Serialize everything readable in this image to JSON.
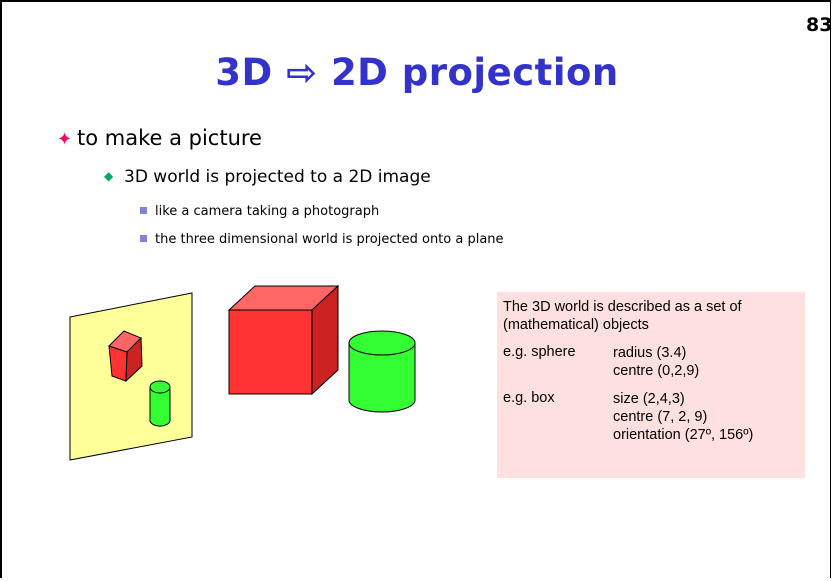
{
  "slide": {
    "page_number": "83",
    "title": "3D ⇨ 2D projection"
  },
  "bullets": {
    "level1": "to make a picture",
    "level2": "3D world is projected to a 2D image",
    "level3": [
      "like a camera taking a photograph",
      "the three dimensional world is projected onto a plane"
    ]
  },
  "infobox": {
    "intro": "The 3D world is described as a set of (mathematical) objects",
    "sphere": {
      "label": "e.g. sphere",
      "lines": [
        "radius (3.4)",
        "centre (0,2,9)"
      ]
    },
    "box": {
      "label": "e.g. box",
      "lines": [
        "size (2,4,3)",
        "centre (7, 2, 9)",
        "orientation (27º, 156º)"
      ]
    }
  },
  "colors": {
    "title": "#3333cc",
    "bullet_star": "#ff0066",
    "bullet_diamond": "#00aa66",
    "bullet_square": "#8080e0",
    "plane": "#ffff99",
    "cube": "#ff3333",
    "cylinder": "#33ff33",
    "infobox_bg": "#ffe0e0"
  }
}
